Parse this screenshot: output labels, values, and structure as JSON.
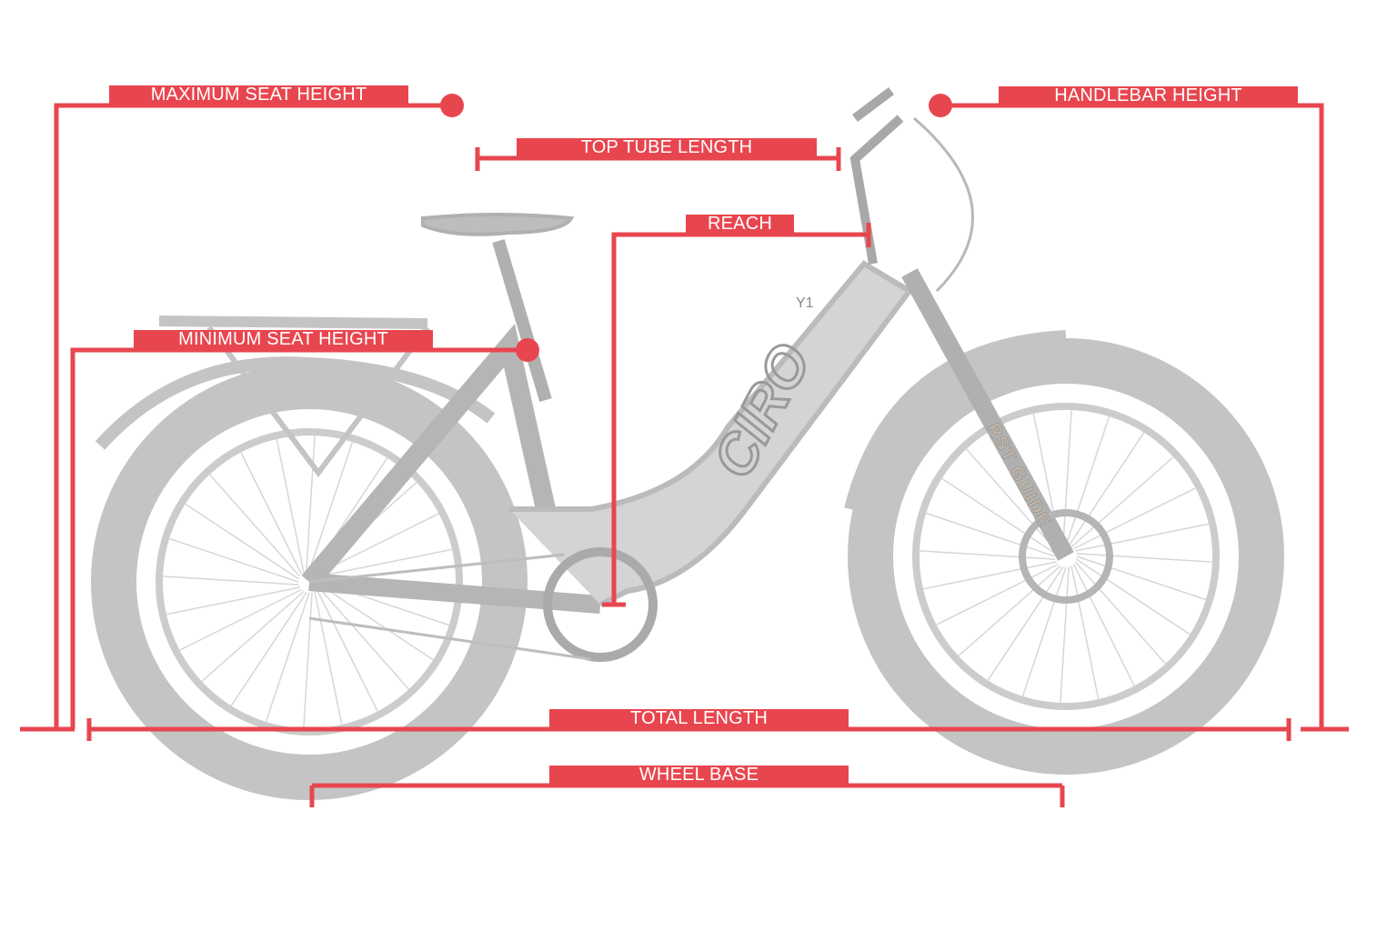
{
  "colors": {
    "accent": "#e8464f",
    "bike": "#bdbdbd",
    "bike_dark": "#9e9e9e"
  },
  "labels": {
    "max_seat_height": "MAXIMUM SEAT HEIGHT",
    "min_seat_height": "MINIMUM SEAT HEIGHT",
    "top_tube_length": "TOP TUBE LENGTH",
    "reach": "REACH",
    "handlebar_height": "HANDLEBAR HEIGHT",
    "total_length": "TOTAL LENGTH",
    "wheel_base": "WHEEL BASE"
  },
  "bike_logos": [
    "CIRO",
    "Y1",
    "RST GUIDE"
  ]
}
